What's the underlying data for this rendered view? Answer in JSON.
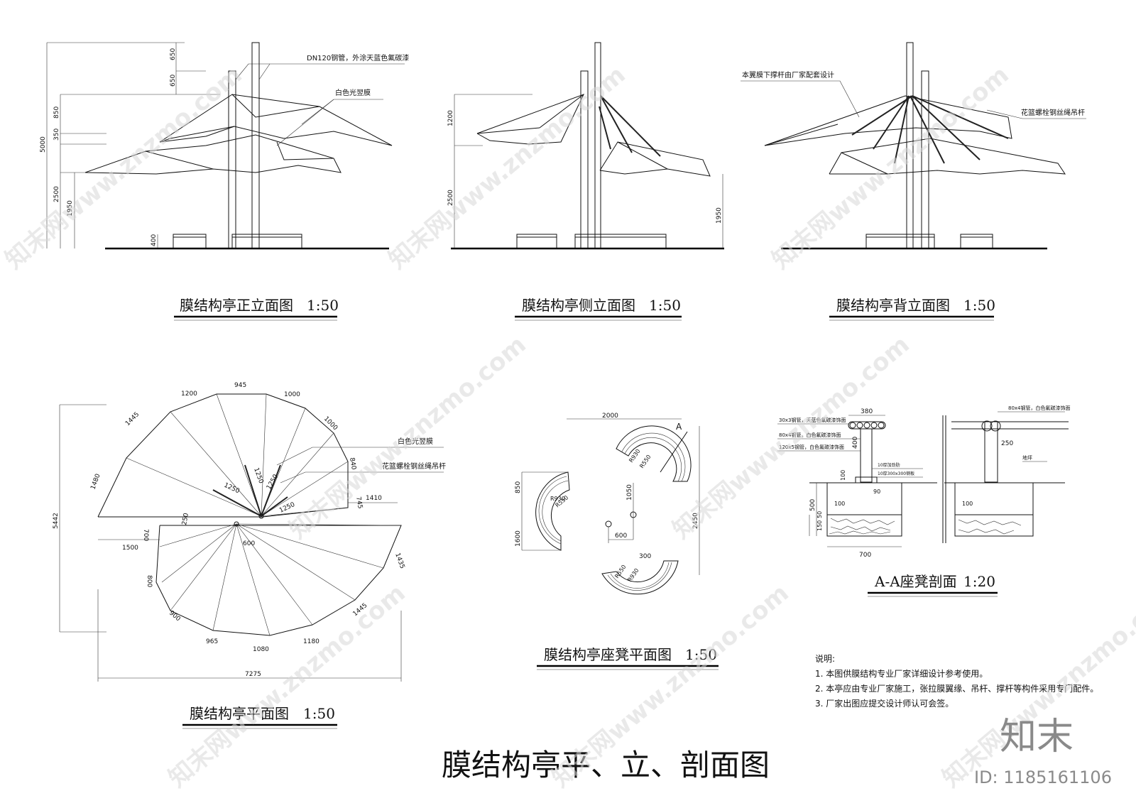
{
  "sheet_title": "膜结构亭平、立、剖面图",
  "views": {
    "front": {
      "title": "膜结构亭正立面图",
      "scale": "1:50",
      "dims": [
        "650",
        "650",
        "850",
        "350",
        "5000",
        "2500",
        "1950",
        "400"
      ],
      "notes": [
        "DN120钢管，外涂天蓝色氟碳漆",
        "白色光翌膜"
      ]
    },
    "side": {
      "title": "膜结构亭侧立面图",
      "scale": "1:50",
      "dims": [
        "1200",
        "2500",
        "1950"
      ]
    },
    "back": {
      "title": "膜结构亭背立面图",
      "scale": "1:50",
      "notes": [
        "本翼膜下撑杆由厂家配套设计",
        "花篮螺栓钢丝绳吊杆"
      ]
    },
    "plan": {
      "title": "膜结构亭平面图",
      "scale": "1:50",
      "dims_top": [
        "1200",
        "945",
        "1000",
        "1000",
        "1445",
        "1480"
      ],
      "dims_mid": [
        "840",
        "745",
        "1410",
        "1250",
        "1250",
        "1250",
        "1250",
        "250",
        "1500",
        "700",
        "600",
        "5442"
      ],
      "dims_bottom": [
        "1435",
        "800",
        "900",
        "965",
        "1080",
        "1180",
        "1445",
        "7275"
      ],
      "notes": [
        "白色光翌膜",
        "花篮螺栓钢丝绳吊杆"
      ]
    },
    "bench_plan": {
      "title": "膜结构亭座凳平面图",
      "scale": "1:50",
      "dims": [
        "2000",
        "850",
        "1600",
        "1050",
        "600",
        "2450",
        "300",
        "R930",
        "R550",
        "R550",
        "R930",
        "R930",
        "R550"
      ],
      "section_mark": "A"
    },
    "section": {
      "title": "A-A座凳剖面",
      "scale": "1:20",
      "dims": [
        "380",
        "400",
        "100",
        "90",
        "500",
        "100",
        "150",
        "50",
        "700",
        "250",
        "100"
      ],
      "notes": [
        "30x3钢管，天蓝色氟碳漆饰面",
        "80x4钢管，白色氟碳漆饰面",
        "120x5钢管，白色氟碳漆饰面",
        "10厚加劲肋",
        "10厚300x300钢板",
        "80x4钢管，白色氟碳漆饰面",
        "地坪"
      ]
    }
  },
  "notes": {
    "heading": "说明:",
    "items": [
      "1. 本图供膜结构专业厂家详细设计参考使用。",
      "2. 本亭应由专业厂家施工，张拉膜翼缘、吊杆、撑杆等构件采用专门配件。",
      "3. 厂家出图应提交设计师认可会签。"
    ]
  },
  "watermark": {
    "brand": "知末",
    "id_label": "ID: 1185161106",
    "tile_text": "知末网www.znzmo.com"
  }
}
